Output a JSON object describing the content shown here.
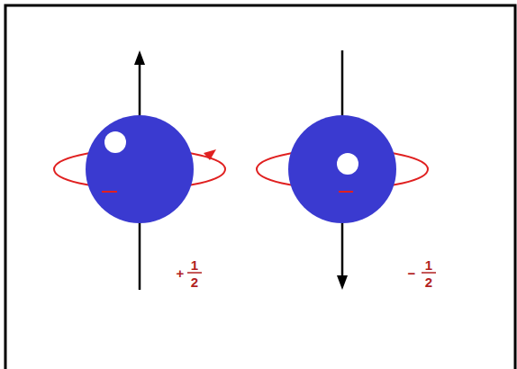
{
  "diagram": {
    "labels": [
      "+",
      "1",
      "2",
      "−",
      "1",
      "2"
    ]
  }
}
